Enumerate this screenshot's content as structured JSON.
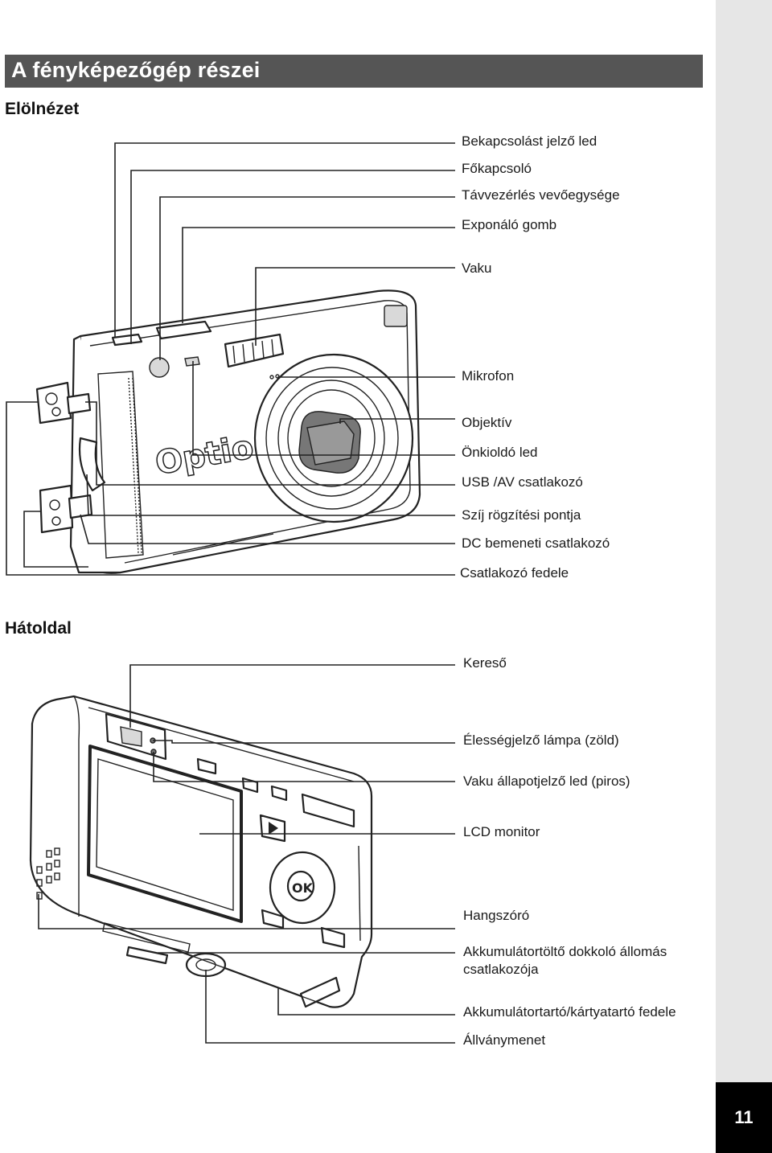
{
  "header": {
    "title": "A fényképezőgép részei"
  },
  "front": {
    "heading": "Elölnézet",
    "labels": [
      "Bekapcsolást jelző led",
      "Főkapcsoló",
      "Távvezérlés vevőegysége",
      "Exponáló gomb",
      "Vaku",
      "Mikrofon",
      "Objektív",
      "Önkioldó led",
      "USB /AV csatlakozó",
      "Szíj rögzítési pontja",
      "DC bemeneti csatlakozó",
      "Csatlakozó fedele"
    ],
    "brand": "Optio"
  },
  "back": {
    "heading": "Hátoldal",
    "labels": [
      "Kereső",
      "Élességjelző lámpa (zöld)",
      "Vaku állapotjelző led (piros)",
      "LCD monitor",
      "Hangszóró",
      "Akkumulátortöltő dokkoló állomás csatlakozója",
      "Akkumulátortartó/kártyatartó fedele",
      "Állványmenet"
    ],
    "ok_text": "OK"
  },
  "page_number": "11"
}
